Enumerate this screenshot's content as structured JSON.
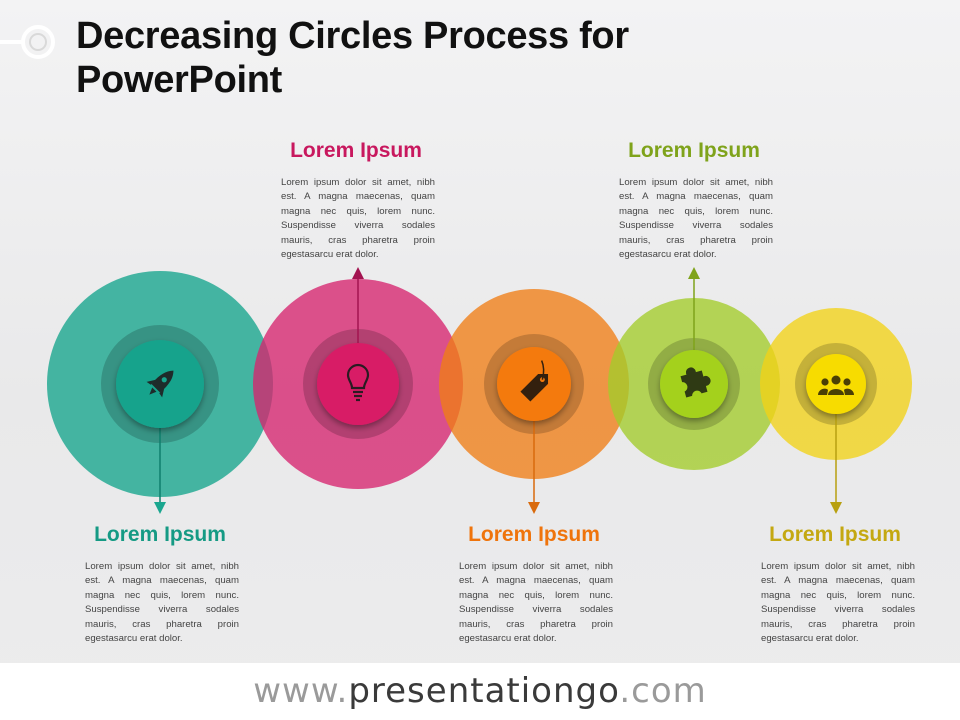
{
  "title": "Decreasing Circles Process for PowerPoint",
  "colors": {
    "teal": "#1aa68f",
    "magenta": "#d6246e",
    "orange": "#f07d16",
    "lime": "#a3cc2a",
    "yellow": "#f2d217"
  },
  "steps": [
    {
      "label": "Lorem Ipsum",
      "text": "Lorem ipsum dolor sit amet, nibh est. A magna maecenas, quam magna nec quis, lorem nunc. Suspendisse viverra sodales mauris, cras pharetra proin egestasarcu erat dolor.",
      "icon": "rocket-icon"
    },
    {
      "label": "Lorem Ipsum",
      "text": "Lorem ipsum dolor sit amet, nibh est. A magna maecenas, quam magna nec quis, lorem nunc. Suspendisse viverra sodales mauris, cras pharetra proin egestasarcu erat dolor.",
      "icon": "lightbulb-icon"
    },
    {
      "label": "Lorem Ipsum",
      "text": "Lorem ipsum dolor sit amet, nibh est. A magna maecenas, quam magna nec quis, lorem nunc. Suspendisse viverra sodales mauris, cras pharetra proin egestasarcu erat dolor.",
      "icon": "price-tag-icon"
    },
    {
      "label": "Lorem Ipsum",
      "text": "Lorem ipsum dolor sit amet, nibh est. A magna maecenas, quam magna nec quis, lorem nunc. Suspendisse viverra sodales mauris, cras pharetra proin egestasarcu erat dolor.",
      "icon": "puzzle-icon"
    },
    {
      "label": "Lorem Ipsum",
      "text": "Lorem ipsum dolor sit amet, nibh est. A magna maecenas, quam magna nec quis, lorem nunc. Suspendisse viverra sodales mauris, cras pharetra proin egestasarcu erat dolor.",
      "icon": "group-icon"
    }
  ],
  "footer": {
    "prefix": "www.",
    "brand": "presentationgo",
    "suffix": ".com"
  }
}
